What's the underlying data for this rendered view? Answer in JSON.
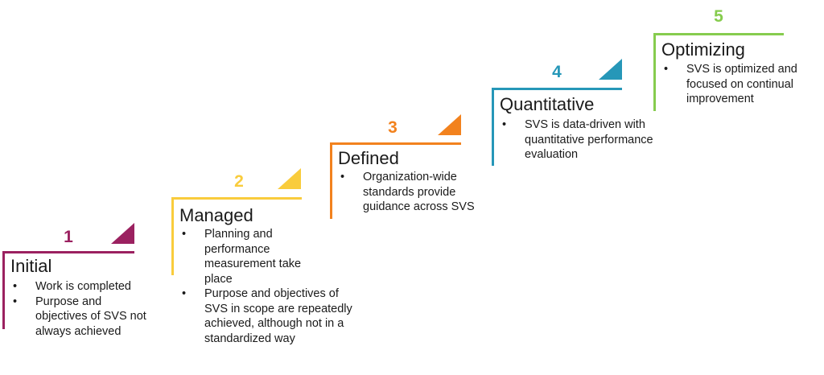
{
  "diagram": {
    "title": "Maturity levels",
    "steps": [
      {
        "number": "1",
        "title": "Initial",
        "color": "#9b2160",
        "bullets": [
          "Work is completed",
          "Purpose and objectives of SVS not always achieved"
        ]
      },
      {
        "number": "2",
        "title": "Managed",
        "color": "#f9cc3c",
        "bullets": [
          "Planning and performance measurement take place",
          "Purpose and objectives of SVS in scope are repeatedly achieved, although not in a standardized way"
        ]
      },
      {
        "number": "3",
        "title": "Defined",
        "color": "#f2821e",
        "bullets": [
          "Organization-wide standards provide guidance across SVS"
        ]
      },
      {
        "number": "4",
        "title": "Quantitative",
        "color": "#2697b8",
        "bullets": [
          "SVS is data-driven with quantitative performance evaluation"
        ]
      },
      {
        "number": "5",
        "title": "Optimizing",
        "color": "#86cc4e",
        "bullets": [
          "SVS is optimized and focused on continual improvement"
        ]
      }
    ]
  }
}
